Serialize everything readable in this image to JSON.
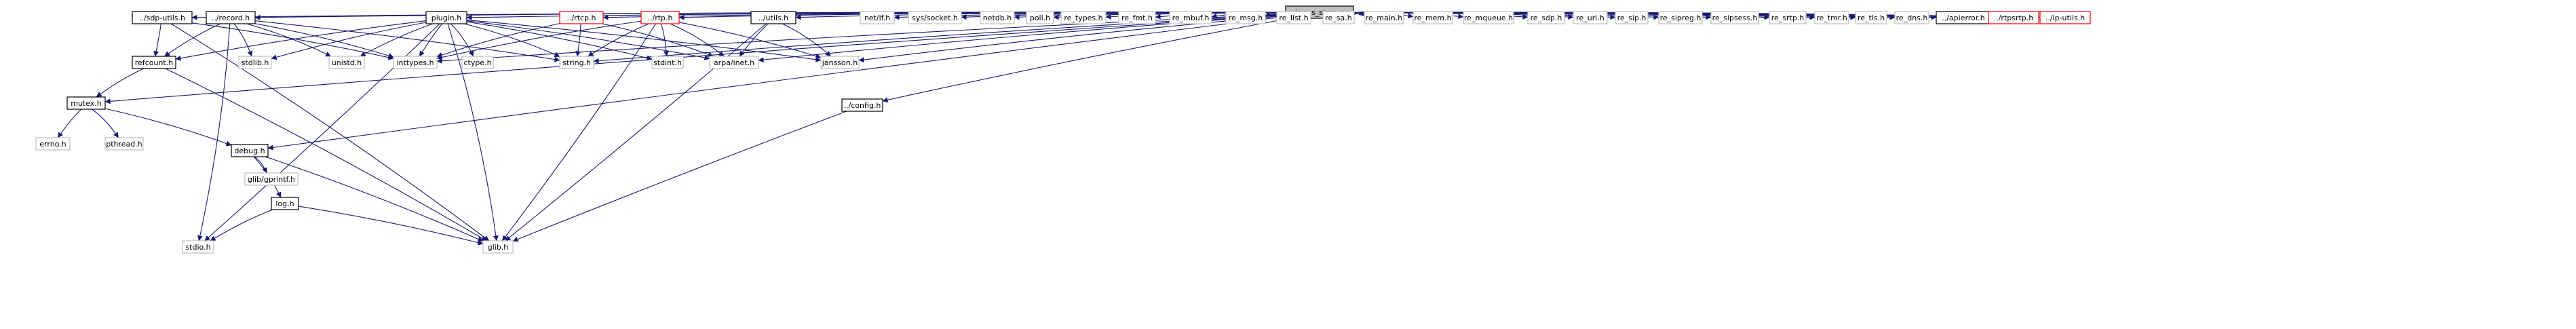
{
  "colors": {
    "edge": "#191970",
    "root_fill": "#bfbfbf",
    "root_border": "#000000",
    "documented_border": "#000000",
    "external_border": "#bfbfbf",
    "truncated_border": "#ff0000",
    "node_fill": "#ffffff"
  },
  "nodes": [
    {
      "id": "janus_sipre",
      "label": "janus_sipre.c",
      "kind": "root"
    },
    {
      "id": "sdp_utils",
      "label": "../sdp-utils.h",
      "kind": "documented"
    },
    {
      "id": "record",
      "label": "../record.h",
      "kind": "documented"
    },
    {
      "id": "plugin",
      "label": "plugin.h",
      "kind": "documented"
    },
    {
      "id": "rtcp",
      "label": "../rtcp.h",
      "kind": "truncated"
    },
    {
      "id": "rtp",
      "label": "../rtp.h",
      "kind": "truncated"
    },
    {
      "id": "utils",
      "label": "../utils.h",
      "kind": "documented"
    },
    {
      "id": "net_if",
      "label": "net/if.h",
      "kind": "external"
    },
    {
      "id": "sys_socket",
      "label": "sys/socket.h",
      "kind": "external"
    },
    {
      "id": "netdb",
      "label": "netdb.h",
      "kind": "external"
    },
    {
      "id": "poll",
      "label": "poll.h",
      "kind": "external"
    },
    {
      "id": "re_types",
      "label": "re_types.h",
      "kind": "external"
    },
    {
      "id": "re_fmt",
      "label": "re_fmt.h",
      "kind": "external"
    },
    {
      "id": "re_mbuf",
      "label": "re_mbuf.h",
      "kind": "external"
    },
    {
      "id": "re_msg",
      "label": "re_msg.h",
      "kind": "external"
    },
    {
      "id": "re_list",
      "label": "re_list.h",
      "kind": "external"
    },
    {
      "id": "re_sa",
      "label": "re_sa.h",
      "kind": "external"
    },
    {
      "id": "re_main",
      "label": "re_main.h",
      "kind": "external"
    },
    {
      "id": "re_mem",
      "label": "re_mem.h",
      "kind": "external"
    },
    {
      "id": "re_mqueue",
      "label": "re_mqueue.h",
      "kind": "external"
    },
    {
      "id": "re_sdp",
      "label": "re_sdp.h",
      "kind": "external"
    },
    {
      "id": "re_uri",
      "label": "re_uri.h",
      "kind": "external"
    },
    {
      "id": "re_sip",
      "label": "re_sip.h",
      "kind": "external"
    },
    {
      "id": "re_sipreg",
      "label": "re_sipreg.h",
      "kind": "external"
    },
    {
      "id": "re_sipsess",
      "label": "re_sipsess.h",
      "kind": "external"
    },
    {
      "id": "re_srtp",
      "label": "re_srtp.h",
      "kind": "external"
    },
    {
      "id": "re_tmr",
      "label": "re_tmr.h",
      "kind": "external"
    },
    {
      "id": "re_tls",
      "label": "re_tls.h",
      "kind": "external"
    },
    {
      "id": "re_dns",
      "label": "re_dns.h",
      "kind": "external"
    },
    {
      "id": "apierror",
      "label": "../apierror.h",
      "kind": "documented"
    },
    {
      "id": "rtpsrtp",
      "label": "../rtpsrtp.h",
      "kind": "truncated"
    },
    {
      "id": "ip_utils",
      "label": "../ip-utils.h",
      "kind": "truncated"
    },
    {
      "id": "refcount",
      "label": "refcount.h",
      "kind": "documented"
    },
    {
      "id": "stdlib",
      "label": "stdlib.h",
      "kind": "external"
    },
    {
      "id": "unistd",
      "label": "unistd.h",
      "kind": "external"
    },
    {
      "id": "inttypes",
      "label": "inttypes.h",
      "kind": "external"
    },
    {
      "id": "ctype",
      "label": "ctype.h",
      "kind": "external"
    },
    {
      "id": "string",
      "label": "string.h",
      "kind": "external"
    },
    {
      "id": "stdint",
      "label": "stdint.h",
      "kind": "external"
    },
    {
      "id": "arpa_inet",
      "label": "arpa/inet.h",
      "kind": "external"
    },
    {
      "id": "jansson",
      "label": "jansson.h",
      "kind": "external"
    },
    {
      "id": "config",
      "label": "../config.h",
      "kind": "documented"
    },
    {
      "id": "mutex",
      "label": "mutex.h",
      "kind": "documented"
    },
    {
      "id": "errno",
      "label": "errno.h",
      "kind": "external"
    },
    {
      "id": "pthread",
      "label": "pthread.h",
      "kind": "external"
    },
    {
      "id": "debug",
      "label": "debug.h",
      "kind": "documented"
    },
    {
      "id": "glib_gprintf",
      "label": "glib/gprintf.h",
      "kind": "external"
    },
    {
      "id": "log",
      "label": "log.h",
      "kind": "documented"
    },
    {
      "id": "stdio",
      "label": "stdio.h",
      "kind": "external"
    },
    {
      "id": "glib",
      "label": "glib.h",
      "kind": "external"
    }
  ],
  "edges": [
    [
      "janus_sipre",
      "sdp_utils"
    ],
    [
      "janus_sipre",
      "record"
    ],
    [
      "janus_sipre",
      "plugin"
    ],
    [
      "janus_sipre",
      "rtcp"
    ],
    [
      "janus_sipre",
      "rtp"
    ],
    [
      "janus_sipre",
      "utils"
    ],
    [
      "janus_sipre",
      "net_if"
    ],
    [
      "janus_sipre",
      "sys_socket"
    ],
    [
      "janus_sipre",
      "netdb"
    ],
    [
      "janus_sipre",
      "poll"
    ],
    [
      "janus_sipre",
      "re_types"
    ],
    [
      "janus_sipre",
      "re_fmt"
    ],
    [
      "janus_sipre",
      "re_mbuf"
    ],
    [
      "janus_sipre",
      "re_msg"
    ],
    [
      "janus_sipre",
      "re_list"
    ],
    [
      "janus_sipre",
      "re_sa"
    ],
    [
      "janus_sipre",
      "re_main"
    ],
    [
      "janus_sipre",
      "re_mem"
    ],
    [
      "janus_sipre",
      "re_mqueue"
    ],
    [
      "janus_sipre",
      "re_sdp"
    ],
    [
      "janus_sipre",
      "re_uri"
    ],
    [
      "janus_sipre",
      "re_sip"
    ],
    [
      "janus_sipre",
      "re_sipreg"
    ],
    [
      "janus_sipre",
      "re_sipsess"
    ],
    [
      "janus_sipre",
      "re_srtp"
    ],
    [
      "janus_sipre",
      "re_tmr"
    ],
    [
      "janus_sipre",
      "re_tls"
    ],
    [
      "janus_sipre",
      "re_dns"
    ],
    [
      "janus_sipre",
      "apierror"
    ],
    [
      "janus_sipre",
      "rtpsrtp"
    ],
    [
      "janus_sipre",
      "ip_utils"
    ],
    [
      "janus_sipre",
      "mutex"
    ],
    [
      "janus_sipre",
      "debug"
    ],
    [
      "janus_sipre",
      "jansson"
    ],
    [
      "janus_sipre",
      "config"
    ],
    [
      "janus_sipre",
      "string"
    ],
    [
      "janus_sipre",
      "inttypes"
    ],
    [
      "janus_sipre",
      "arpa_inet"
    ],
    [
      "sdp_utils",
      "refcount"
    ],
    [
      "sdp_utils",
      "inttypes"
    ],
    [
      "sdp_utils",
      "glib"
    ],
    [
      "record",
      "refcount"
    ],
    [
      "record",
      "stdlib"
    ],
    [
      "record",
      "inttypes"
    ],
    [
      "record",
      "unistd"
    ],
    [
      "record",
      "stdio"
    ],
    [
      "record",
      "string"
    ],
    [
      "plugin",
      "refcount"
    ],
    [
      "plugin",
      "stdlib"
    ],
    [
      "plugin",
      "unistd"
    ],
    [
      "plugin",
      "inttypes"
    ],
    [
      "plugin",
      "ctype"
    ],
    [
      "plugin",
      "string"
    ],
    [
      "plugin",
      "stdint"
    ],
    [
      "plugin",
      "arpa_inet"
    ],
    [
      "plugin",
      "jansson"
    ],
    [
      "plugin",
      "stdio"
    ],
    [
      "plugin",
      "glib"
    ],
    [
      "rtcp",
      "inttypes"
    ],
    [
      "rtcp",
      "string"
    ],
    [
      "rtcp",
      "arpa_inet"
    ],
    [
      "rtp",
      "inttypes"
    ],
    [
      "rtp",
      "string"
    ],
    [
      "rtp",
      "arpa_inet"
    ],
    [
      "rtp",
      "jansson"
    ],
    [
      "rtp",
      "glib"
    ],
    [
      "rtp",
      "stdint"
    ],
    [
      "utils",
      "arpa_inet"
    ],
    [
      "utils",
      "jansson"
    ],
    [
      "utils",
      "glib"
    ],
    [
      "config",
      "glib"
    ],
    [
      "refcount",
      "mutex"
    ],
    [
      "refcount",
      "glib"
    ],
    [
      "mutex",
      "errno"
    ],
    [
      "mutex",
      "pthread"
    ],
    [
      "mutex",
      "debug"
    ],
    [
      "debug",
      "glib_gprintf"
    ],
    [
      "debug",
      "log"
    ],
    [
      "debug",
      "glib"
    ],
    [
      "log",
      "stdio"
    ],
    [
      "log",
      "glib"
    ]
  ]
}
